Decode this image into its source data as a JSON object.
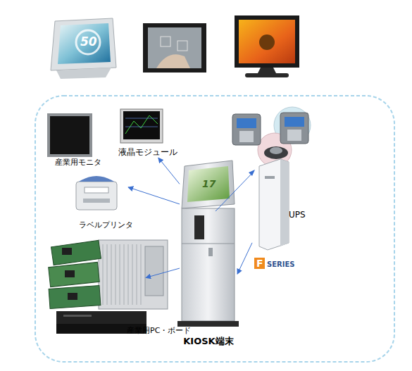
{
  "diagram": {
    "nodes": [
      {
        "text": [
          "液晶モジュール"
        ]
      },
      {
        "text": [
          "産業用モニタ"
        ]
      },
      {
        "text": [
          "UPS"
        ]
      },
      {
        "text": [
          "ラベルプリンタ"
        ]
      },
      {
        "text": [
          "産業用PC・ボード"
        ]
      },
      {
        "text": [
          "KIOSK端末"
        ]
      }
    ],
    "edges": [
      {
        "from": 5,
        "to": 0,
        "arrow": "to"
      },
      {
        "from": 5,
        "to": 3,
        "arrow": "to"
      },
      {
        "from": 5,
        "to": 4,
        "arrow": "to"
      },
      {
        "from": 2,
        "to": 5,
        "arrow": "to"
      }
    ],
    "labels": [
      "50",
      "17",
      "F",
      "SERIES"
    ]
  }
}
